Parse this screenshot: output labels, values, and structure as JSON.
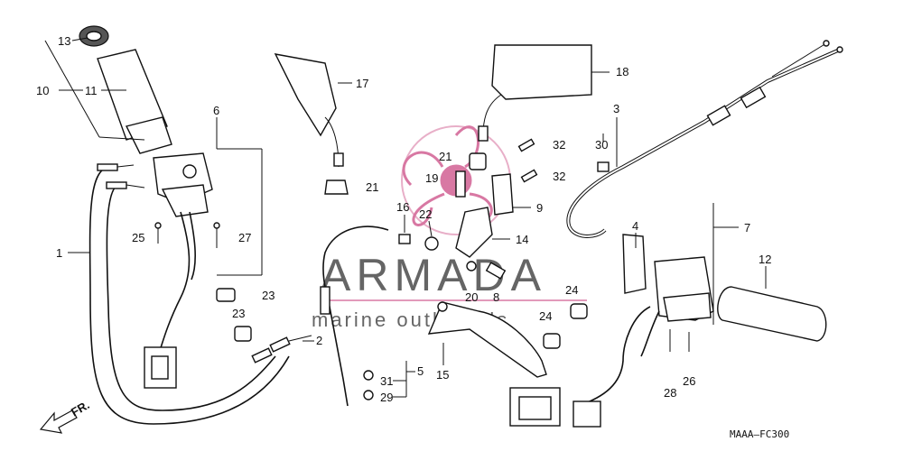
{
  "diagram_code": "MAAA—FC300",
  "direction_label": "FR.",
  "watermark": {
    "brand": "ARMADA",
    "tagline": "marine outboards",
    "color": "#d46a9a"
  },
  "callouts": {
    "c1": "1",
    "c2": "2",
    "c3": "3",
    "c4": "4",
    "c5": "5",
    "c6": "6",
    "c7": "7",
    "c8": "8",
    "c9": "9",
    "c10": "10",
    "c11": "11",
    "c12": "12",
    "c13": "13",
    "c14": "14",
    "c15": "15",
    "c16": "16",
    "c17": "17",
    "c18": "18",
    "c19": "19",
    "c20": "20",
    "c21a": "21",
    "c21b": "21",
    "c22": "22",
    "c23a": "23",
    "c23b": "23",
    "c24a": "24",
    "c24b": "24",
    "c25": "25",
    "c26": "26",
    "c27": "27",
    "c28": "28",
    "c29": "29",
    "c30": "30",
    "c31": "31",
    "c32a": "32",
    "c32b": "32"
  }
}
